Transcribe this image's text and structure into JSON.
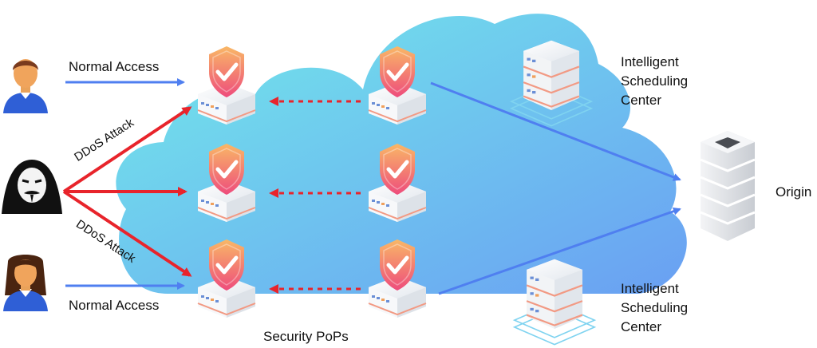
{
  "labels": {
    "normal_access_top": "Normal Access",
    "normal_access_bottom": "Normal Access",
    "ddos_attack_top": "DDoS Attack",
    "ddos_attack_bottom": "DDoS Attack",
    "security_pops": "Security PoPs",
    "origin": "Origin",
    "scheduling_top": [
      "Intelligent",
      "Scheduling",
      "Center"
    ],
    "scheduling_bottom": [
      "Intelligent",
      "Scheduling",
      "Center"
    ]
  },
  "icons": [
    "user-male-icon",
    "hacker-icon",
    "user-female-icon",
    "shield-check-icon",
    "server-icon",
    "origin-server-icon",
    "scheduling-server-icon"
  ],
  "colors": {
    "normal_arrow": "#4f7ff0",
    "attack_arrow": "#e8242b",
    "cloud_start": "#6fe3ec",
    "cloud_end": "#6aa0f2",
    "shield_start": "#f7b267",
    "shield_end": "#ec4f78"
  }
}
